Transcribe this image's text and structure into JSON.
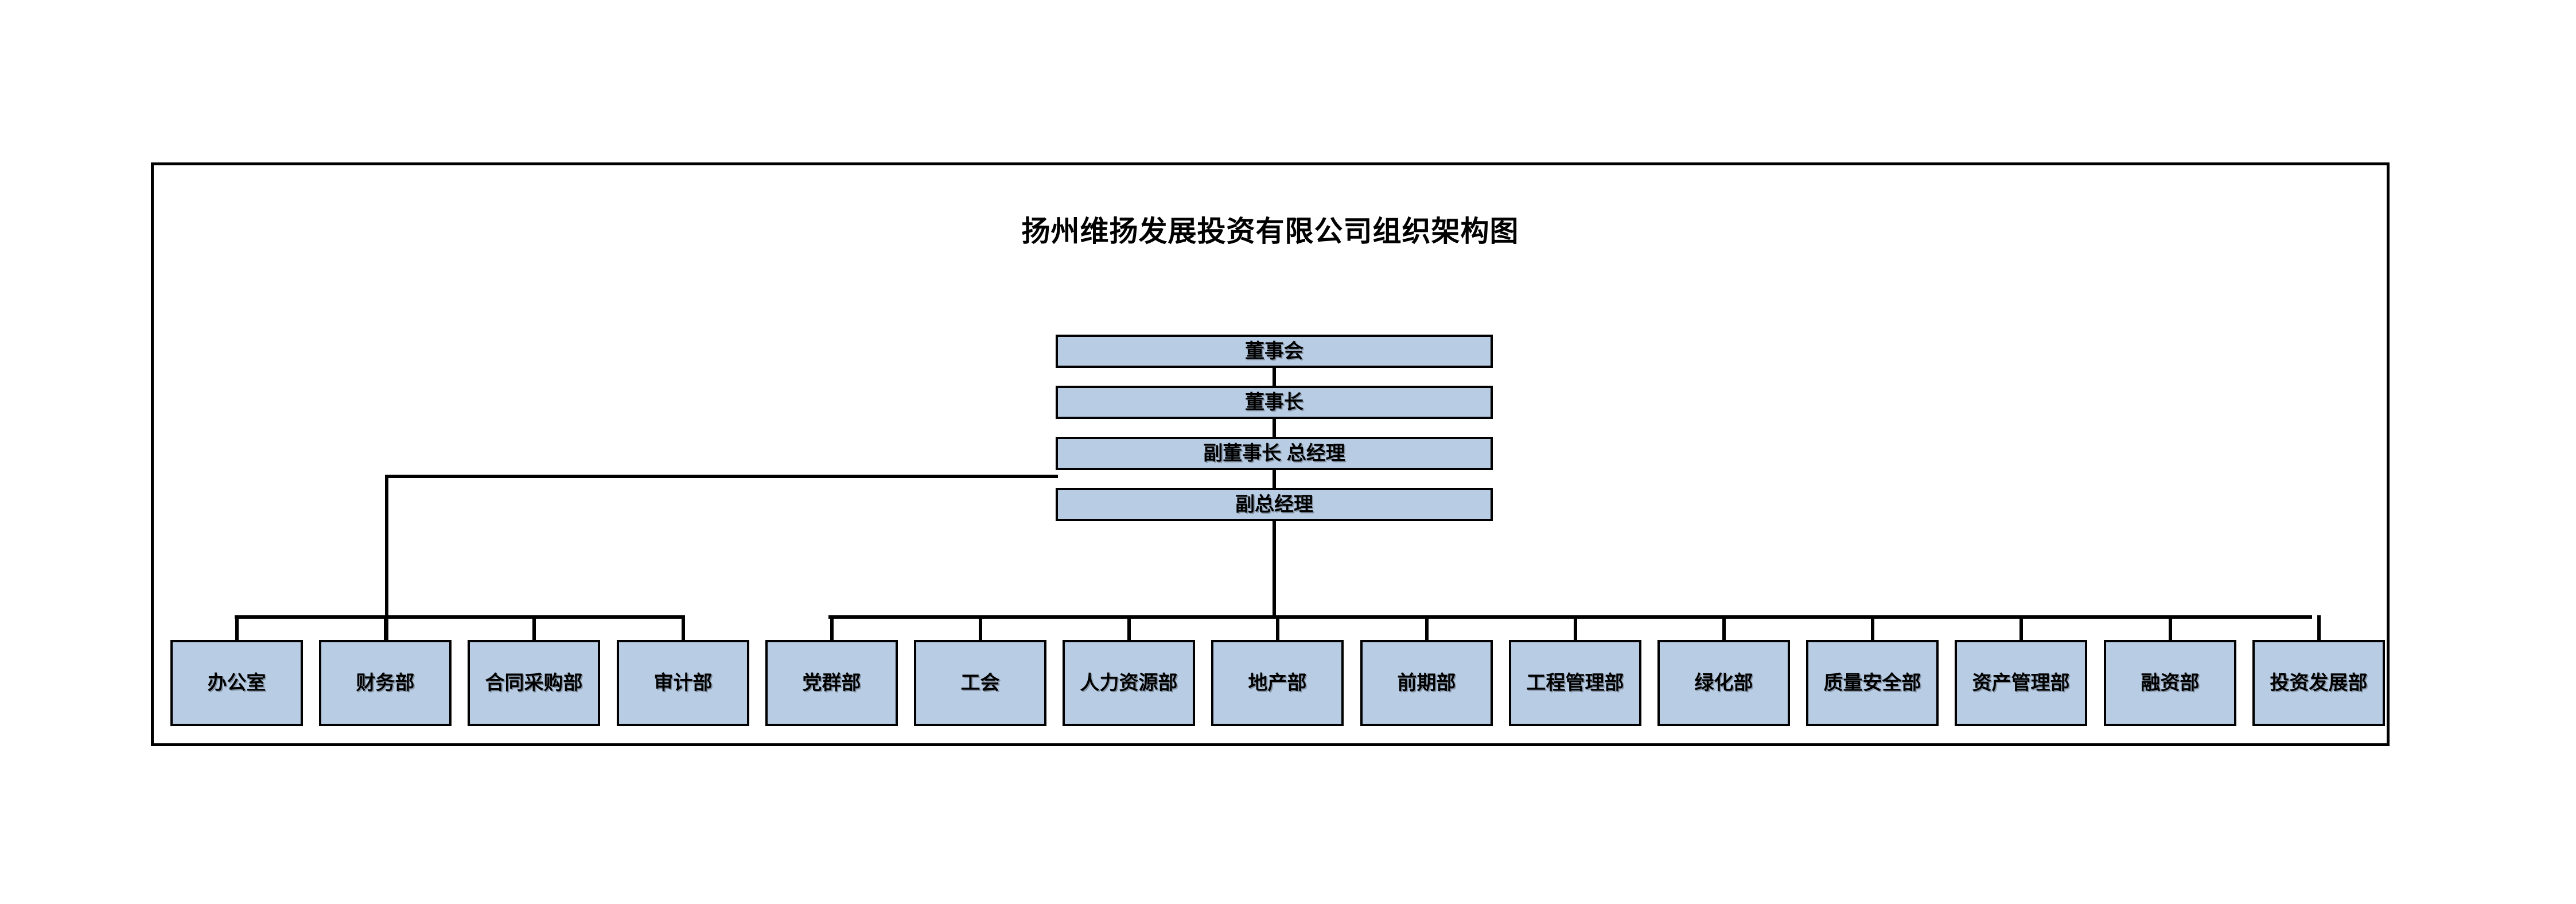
{
  "page": {
    "background": "#ffffff",
    "frame_border_color": "#000000",
    "node_fill": "#b8cce4",
    "node_border": "#000000"
  },
  "title": "扬州维扬发展投资有限公司组织架构图",
  "chart_data": {
    "type": "diagram",
    "diagram_type": "organizational-chart",
    "title": "扬州维扬发展投资有限公司组织架构图",
    "nodes": [
      {
        "id": "board",
        "label": "董事会",
        "level": 0
      },
      {
        "id": "chairman",
        "label": "董事长",
        "level": 1
      },
      {
        "id": "vice-chair-gm",
        "label": "副董事长 总经理",
        "level": 2
      },
      {
        "id": "deputy-gm",
        "label": "副总经理",
        "level": 3
      },
      {
        "id": "d01",
        "label": "办公室",
        "level": 4,
        "group": 1
      },
      {
        "id": "d02",
        "label": "财务部",
        "level": 4,
        "group": 1
      },
      {
        "id": "d03",
        "label": "合同采购部",
        "level": 4,
        "group": 1
      },
      {
        "id": "d04",
        "label": "审计部",
        "level": 4,
        "group": 1
      },
      {
        "id": "d05",
        "label": "党群部",
        "level": 4,
        "group": 2
      },
      {
        "id": "d06",
        "label": "工会",
        "level": 4,
        "group": 2
      },
      {
        "id": "d07",
        "label": "人力资源部",
        "level": 4,
        "group": 2
      },
      {
        "id": "d08",
        "label": "地产部",
        "level": 4,
        "group": 2
      },
      {
        "id": "d09",
        "label": "前期部",
        "level": 4,
        "group": 2
      },
      {
        "id": "d10",
        "label": "工程管理部",
        "level": 4,
        "group": 2
      },
      {
        "id": "d11",
        "label": "绿化部",
        "level": 4,
        "group": 2
      },
      {
        "id": "d12",
        "label": "质量安全部",
        "level": 4,
        "group": 2
      },
      {
        "id": "d13",
        "label": "资产管理部",
        "level": 4,
        "group": 2
      },
      {
        "id": "d14",
        "label": "融资部",
        "level": 4,
        "group": 2
      },
      {
        "id": "d15",
        "label": "投资发展部",
        "level": 4,
        "group": 2
      }
    ],
    "edges": [
      {
        "from": "board",
        "to": "chairman"
      },
      {
        "from": "chairman",
        "to": "vice-chair-gm"
      },
      {
        "from": "vice-chair-gm",
        "to": "deputy-gm"
      },
      {
        "from": "vice-chair-gm",
        "to": "d01"
      },
      {
        "from": "vice-chair-gm",
        "to": "d02"
      },
      {
        "from": "vice-chair-gm",
        "to": "d03"
      },
      {
        "from": "vice-chair-gm",
        "to": "d04"
      },
      {
        "from": "deputy-gm",
        "to": "d05"
      },
      {
        "from": "deputy-gm",
        "to": "d06"
      },
      {
        "from": "deputy-gm",
        "to": "d07"
      },
      {
        "from": "deputy-gm",
        "to": "d08"
      },
      {
        "from": "deputy-gm",
        "to": "d09"
      },
      {
        "from": "deputy-gm",
        "to": "d10"
      },
      {
        "from": "deputy-gm",
        "to": "d11"
      },
      {
        "from": "deputy-gm",
        "to": "d12"
      },
      {
        "from": "deputy-gm",
        "to": "d13"
      },
      {
        "from": "deputy-gm",
        "to": "d14"
      },
      {
        "from": "deputy-gm",
        "to": "d15"
      }
    ]
  },
  "hierarchy": {
    "board": {
      "label": "董事会"
    },
    "chairman": {
      "label": "董事长"
    },
    "vice_chair_gm": {
      "label": "副董事长 总经理"
    },
    "deputy_gm": {
      "label": "副总经理"
    }
  },
  "departments": [
    {
      "label": "办公室"
    },
    {
      "label": "财务部"
    },
    {
      "label": "合同采购部"
    },
    {
      "label": "审计部"
    },
    {
      "label": "党群部"
    },
    {
      "label": "工会"
    },
    {
      "label": "人力资源部"
    },
    {
      "label": "地产部"
    },
    {
      "label": "前期部"
    },
    {
      "label": "工程管理部"
    },
    {
      "label": "绿化部"
    },
    {
      "label": "质量安全部"
    },
    {
      "label": "资产管理部"
    },
    {
      "label": "融资部"
    },
    {
      "label": "投资发展部"
    }
  ]
}
